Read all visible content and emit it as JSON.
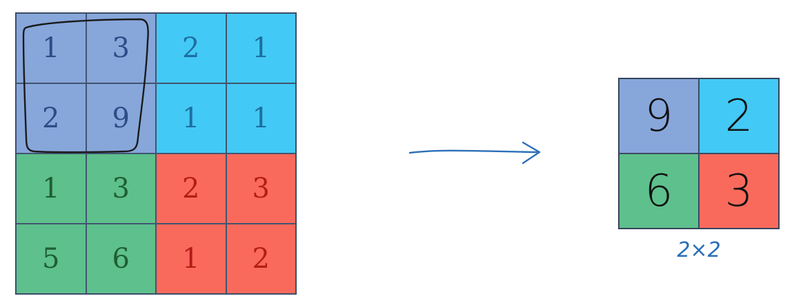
{
  "input_matrix": {
    "rows": [
      [
        "1",
        "3",
        "2",
        "1"
      ],
      [
        "2",
        "9",
        "1",
        "1"
      ],
      [
        "1",
        "3",
        "2",
        "3"
      ],
      [
        "5",
        "6",
        "1",
        "2"
      ]
    ]
  },
  "output_matrix": {
    "rows": [
      [
        "9",
        "2"
      ],
      [
        "6",
        "3"
      ]
    ],
    "size_label": "2×2"
  },
  "colors": {
    "purple": "#87A6DA",
    "blue": "#43C9F5",
    "green": "#5EC08C",
    "red": "#FA6A5C",
    "arrow": "#2a6fb8",
    "highlight_stroke": "#1a1a1a"
  }
}
